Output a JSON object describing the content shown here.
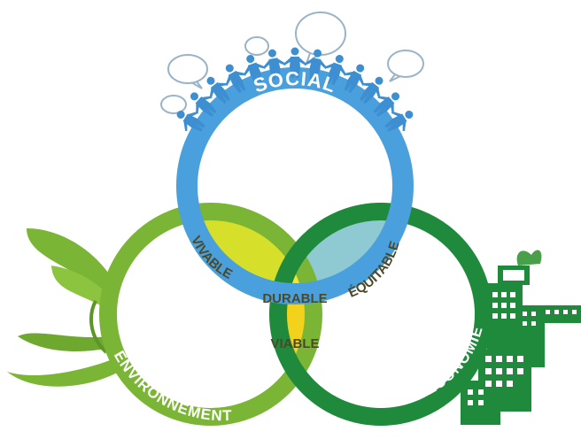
{
  "colors": {
    "social": "#4aa0dd",
    "environnement": "#7bb535",
    "economie": "#1f8a3c",
    "vivable": "#d6df2a",
    "equitable": "#8fc9d1",
    "viable": "#f2d21b",
    "durable": "#f7e52a",
    "label_dark": "#4a4a2a",
    "people": "#3d8fd1",
    "bubble": "#9bb3c7"
  },
  "rings": {
    "social": "SOCIAL",
    "environnement": "ENVIRONNEMENT",
    "economie": "ÉCONOMIE"
  },
  "zones": {
    "vivable": "VIVABLE",
    "equitable": "ÉQUITABLE",
    "durable": "DURABLE",
    "viable": "VIABLE"
  },
  "icons": {
    "people": "people-chain-icon",
    "bubbles": "speech-bubble-icon",
    "leaf": "leaf-icon",
    "city": "buildings-icon"
  }
}
